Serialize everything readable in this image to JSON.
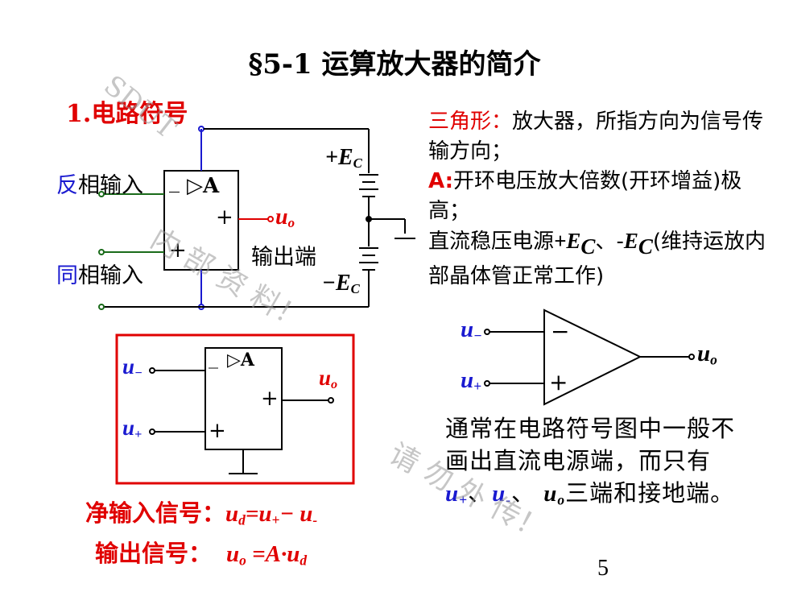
{
  "title": {
    "section": "§5-1",
    "text": "运算放大器的简介"
  },
  "section_heading": "1.电路符号",
  "circuit": {
    "inverting_label_prefix": "反",
    "inverting_label_rest": "相输入",
    "noninverting_label_prefix": "同",
    "noninverting_label_rest": "相输入",
    "amp_mark": "▷A",
    "minus": "_",
    "plus": "+",
    "plus_out": "+",
    "output_symbol": "u",
    "output_sub": "o",
    "output_label": "输出端",
    "supply_pos": "+E",
    "supply_pos_sub": "C",
    "supply_neg": "−E",
    "supply_neg_sub": "C"
  },
  "description": {
    "line1_red": "三角形：",
    "line1_rest": "放大器，所指方向为信号传输方向；",
    "line2_red": "A:",
    "line2_rest": "开环电压放大倍数(开环增益)极高；",
    "line3_a": "直流稳压电源",
    "line3_b": "+E",
    "line3_b_sub": "C",
    "line3_c": "、-",
    "line3_d": "E",
    "line3_d_sub": "C",
    "line3_e": "(维持运放内部晶体管正常工作)"
  },
  "simplified": {
    "u_minus": "u",
    "u_minus_sub": "−",
    "u_plus": "u",
    "u_plus_sub": "+",
    "u_out": "u",
    "u_out_sub": "o",
    "minus": "−",
    "plus": "+"
  },
  "boxed": {
    "u_minus": "u",
    "u_minus_sub": "−",
    "u_plus": "u",
    "u_plus_sub": "+",
    "u_out": "u",
    "u_out_sub": "o",
    "amp_mark": "▷A",
    "minus": "_",
    "plus_in": "+",
    "plus_out": "+"
  },
  "note": {
    "a": "通常在电路符号图中一般不画出直流电源端，而只有",
    "u1": "u",
    "u1_sub": "+",
    "sep1": "、",
    "u2": "u",
    "u2_sub": "-",
    "sep2": "、 ",
    "u3": "u",
    "u3_sub": "o",
    "b": "三端和接地端。"
  },
  "formulas": {
    "net_label": "净输入信号：",
    "net_u": "u",
    "net_u_sub": "d",
    "net_eq": "=",
    "net_u2": "u",
    "net_u2_sub": "+",
    "net_minus": "− ",
    "net_u3": "u",
    "net_u3_sub": "-",
    "out_label": "输出信号：",
    "out_u": "u",
    "out_u_sub": "o",
    "out_eq": " =A·",
    "out_u2": "u",
    "out_u2_sub": "d"
  },
  "watermark": {
    "w1": "SDUT",
    "w2": "内 部 资 料！",
    "w3": "请 勿 外 传！"
  },
  "page_number": "5",
  "colors": {
    "red": "#e00000",
    "blue": "#1a1ad0",
    "wire": "#000000",
    "green_wire": "#1a6b1a"
  }
}
